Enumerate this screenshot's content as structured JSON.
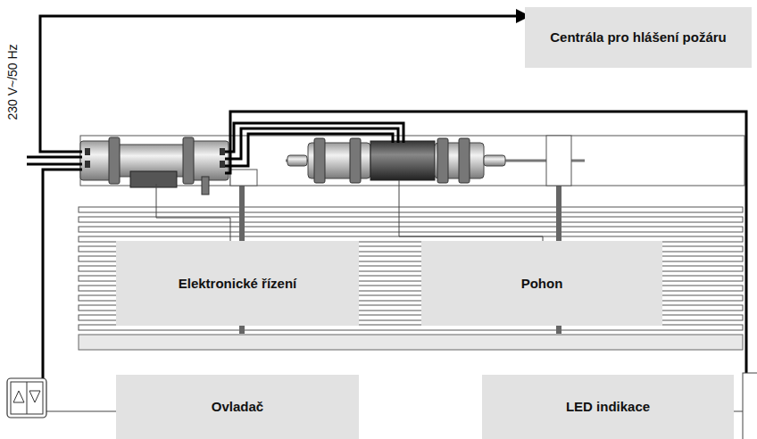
{
  "diagram": {
    "nodes": [
      {
        "text": [
          "Centrála pro hlášení požáru"
        ]
      },
      {
        "text": [
          "Elektronické řízení"
        ]
      },
      {
        "text": [
          "Pohon"
        ]
      },
      {
        "text": [
          "Ovladač"
        ]
      },
      {
        "text": [
          "LED indikace"
        ]
      }
    ],
    "labels": [
      "230 V~/50 Hz"
    ]
  }
}
